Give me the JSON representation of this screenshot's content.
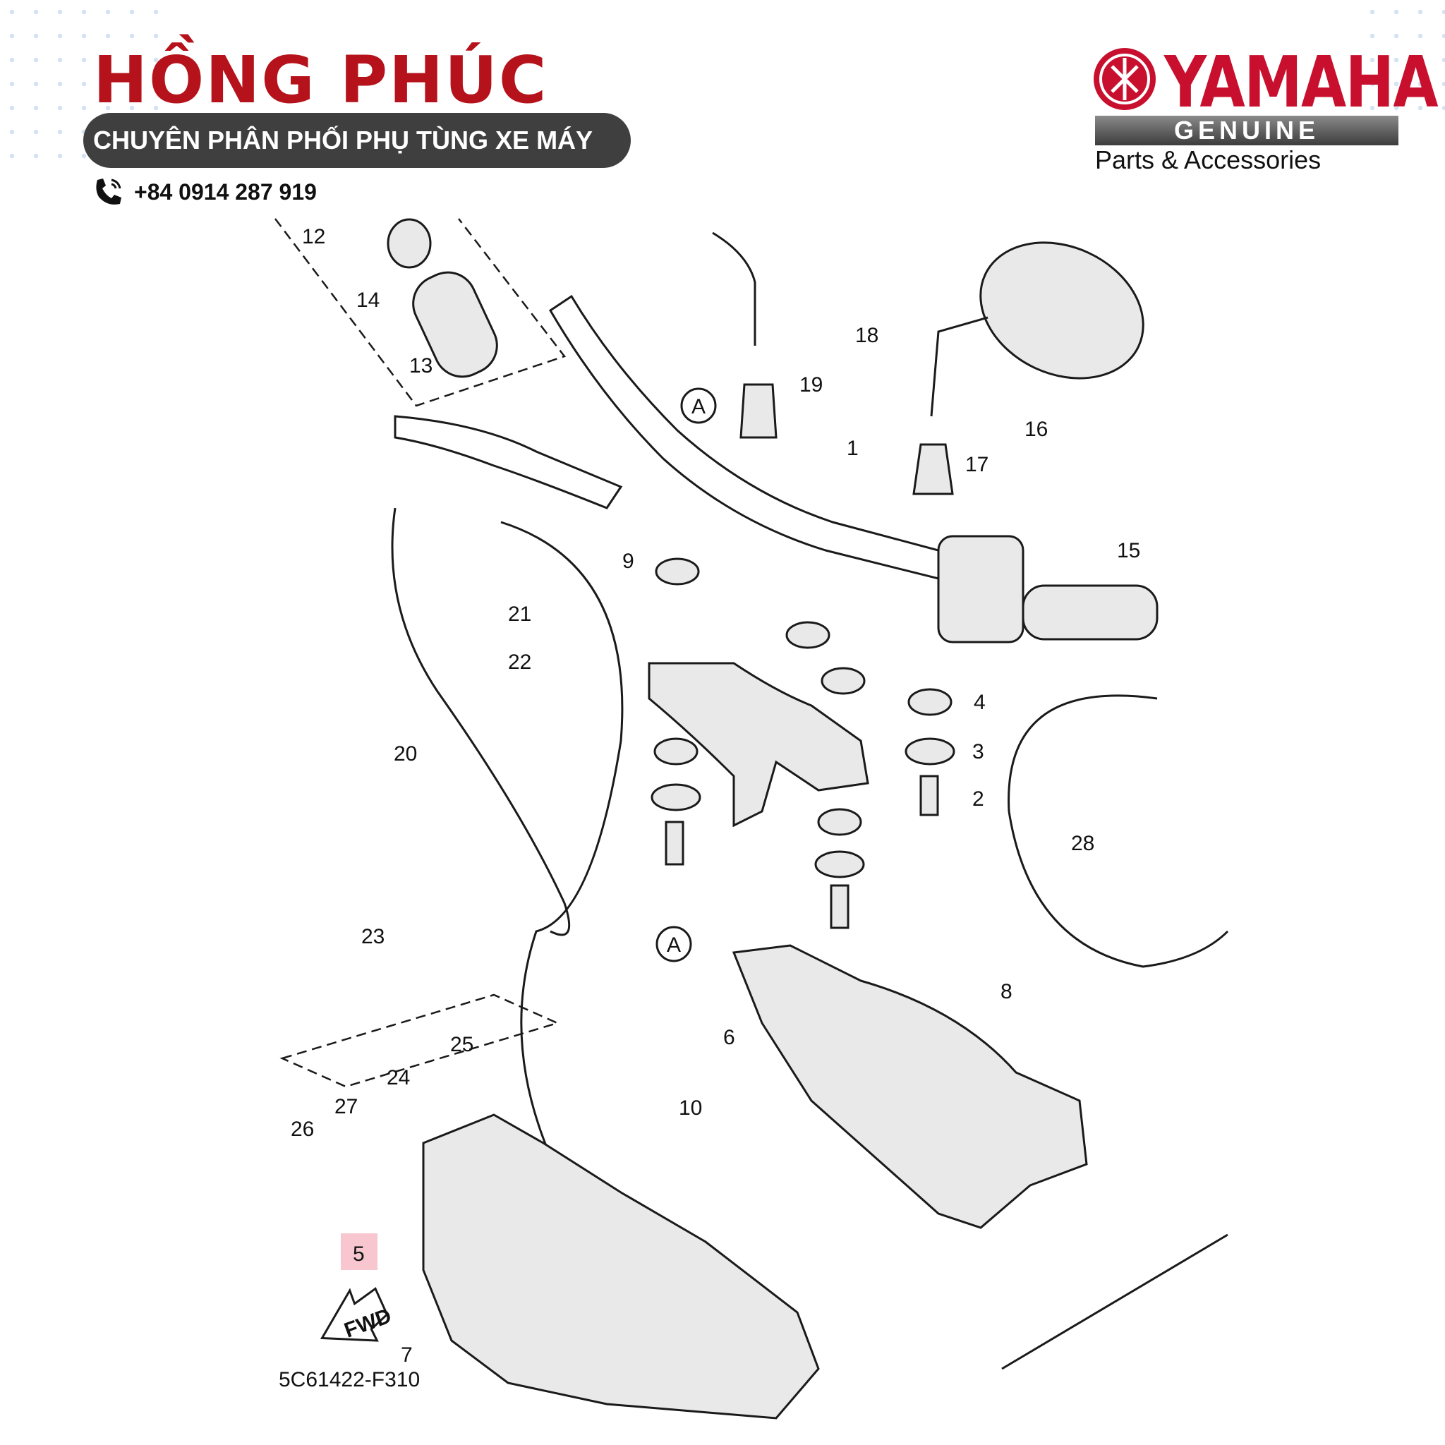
{
  "header": {
    "brand_name": "HỒNG PHÚC",
    "tagline": "CHUYÊN PHÂN PHỐI PHỤ TÙNG XE MÁY",
    "phone": "+84 0914 287 919",
    "logo_text": "YAMAHA",
    "logo_genuine": "GENUINE",
    "logo_subtitle": "Parts & Accessories",
    "accent_color": "#b5121b"
  },
  "diagram": {
    "part_code": "5C61422-F310",
    "fwd_label": "FWD",
    "ref_marker": "A",
    "highlighted_part": "5",
    "labels": [
      "1",
      "2",
      "3",
      "4",
      "5",
      "6",
      "7",
      "8",
      "9",
      "10",
      "12",
      "13",
      "14",
      "15",
      "16",
      "17",
      "18",
      "19",
      "20",
      "21",
      "22",
      "23",
      "24",
      "25",
      "26",
      "27",
      "28"
    ]
  }
}
